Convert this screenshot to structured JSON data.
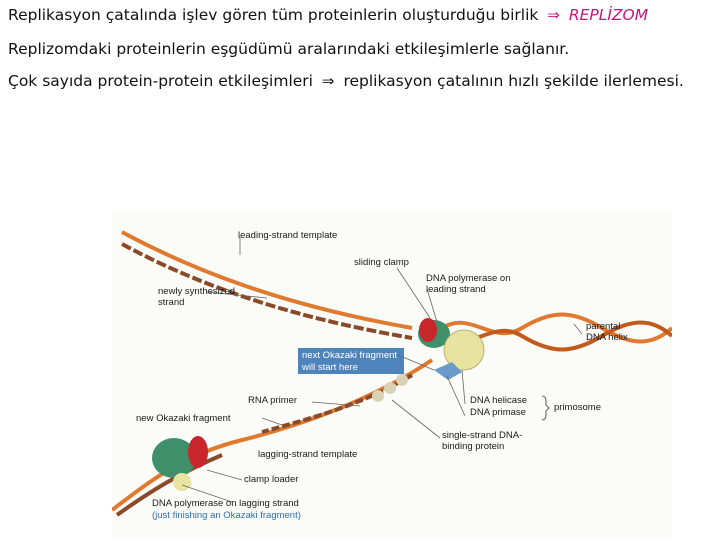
{
  "text": {
    "line1": "Replikasyon çatalında işlev gören tüm proteinlerin oluşturduğu birlik",
    "line1_arrow": "⇒",
    "line1_highlight": "REPLİZOM",
    "line2": "Replizomdaki proteinlerin eşgüdümü aralarındaki etkileşimlerle sağlanır.",
    "line3_part1": "Çok sayıda protein-protein etkileşimleri",
    "line3_arrow": "⇒",
    "line3_part2": "replikasyon çatalının hızlı şekilde ilerlemesi."
  },
  "figure": {
    "labels": {
      "leading_strand_template": "leading-strand template",
      "sliding_clamp": "sliding clamp",
      "newly_synthesized_1": "newly synthesized",
      "newly_synthesized_2": "strand",
      "dna_pol_leading_1": "DNA polymerase on",
      "dna_pol_leading_2": "leading strand",
      "parental_1": "parental",
      "parental_2": "DNA helix",
      "next_okazaki_1": "next Okazaki fragment",
      "next_okazaki_2": "will start here",
      "rna_primer": "RNA primer",
      "new_okazaki": "new Okazaki fragment",
      "dna_helicase": "DNA helicase",
      "dna_primase": "DNA primase",
      "primosome": "primosome",
      "ssb_1": "single-strand DNA-",
      "ssb_2": "binding protein",
      "lagging_template": "lagging-strand template",
      "clamp_loader": "clamp loader",
      "dna_pol_lagging_1": "DNA polymerase on lagging strand",
      "dna_pol_lagging_2": "(just finishing an Okazaki fragment)"
    }
  },
  "colors": {
    "highlight": "#c0177e",
    "parental_strand": "#e07a30",
    "new_strand": "#8a4a2a",
    "label_blue": "#2f6fb0",
    "sliding_clamp": "#c8262b",
    "polymerase": "#3f8f6a",
    "helicase": "#e8e3a0",
    "primase": "#6a9ac8"
  }
}
